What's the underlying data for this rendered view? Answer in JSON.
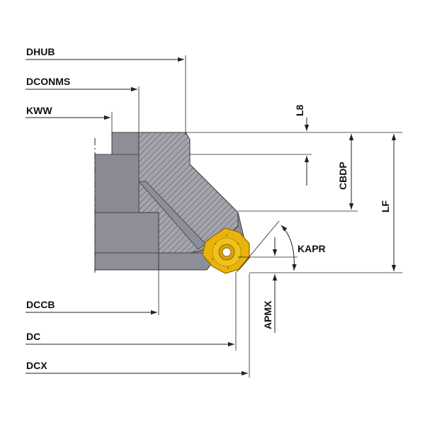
{
  "labels": {
    "dhub": "DHUB",
    "dconms": "DCONMS",
    "kww": "KWW",
    "l8": "L8",
    "cbdp": "CBDP",
    "lf": "LF",
    "kapr": "KAPR",
    "apmx": "APMX",
    "dccb": "DCCB",
    "dc": "DC",
    "dcx": "DCX"
  },
  "colors": {
    "body": "#8e8e96",
    "body_dark": "#7c7c84",
    "hatch_bg": "#a4a4ac",
    "hatch_line": "#5a5a62",
    "insert": "#e8b40c",
    "insert_dark": "#c99500",
    "line": "#222222"
  }
}
